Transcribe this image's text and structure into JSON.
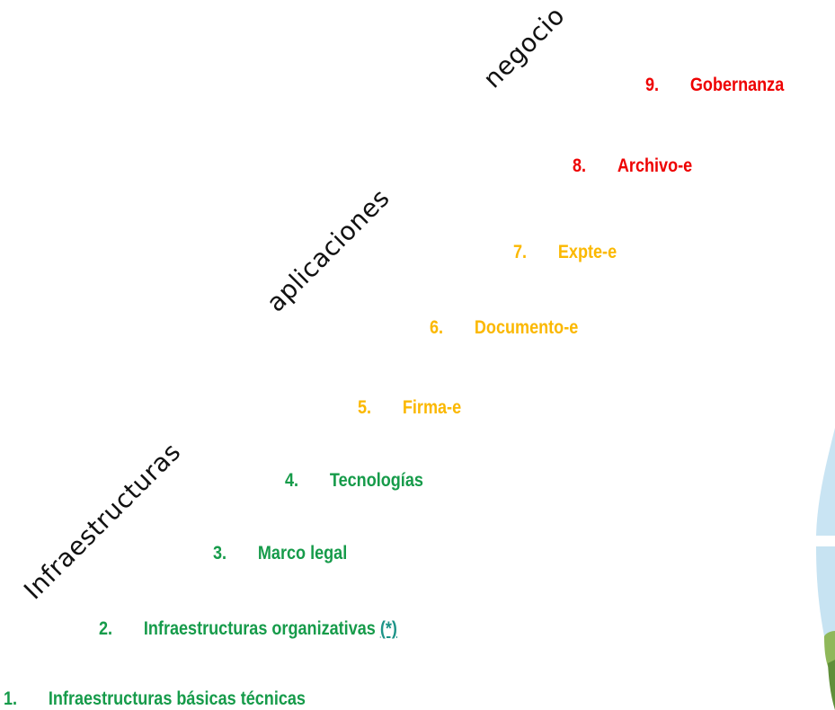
{
  "layers": {
    "business": "negocio",
    "applications": "aplicaciones",
    "infrastructure": "Infraestructuras"
  },
  "steps": [
    {
      "num": "1.",
      "label": "Infraestructuras básicas técnicas",
      "color": "#169b4a"
    },
    {
      "num": "2.",
      "label": "Infraestructuras organizativas",
      "link": "(*)",
      "color": "#169b4a"
    },
    {
      "num": "3.",
      "label": "Marco legal",
      "color": "#169b4a"
    },
    {
      "num": "4.",
      "label": "Tecnologías",
      "color": "#169b4a"
    },
    {
      "num": "5.",
      "label": "Firma-e",
      "color": "#fbb800"
    },
    {
      "num": "6.",
      "label": "Documento-e",
      "color": "#fbb800"
    },
    {
      "num": "7.",
      "label": "Expte-e",
      "color": "#fbb800"
    },
    {
      "num": "8.",
      "label": "Archivo-e",
      "color": "#ee0000"
    },
    {
      "num": "9.",
      "label": "Gobernanza",
      "color": "#ee0000"
    }
  ]
}
